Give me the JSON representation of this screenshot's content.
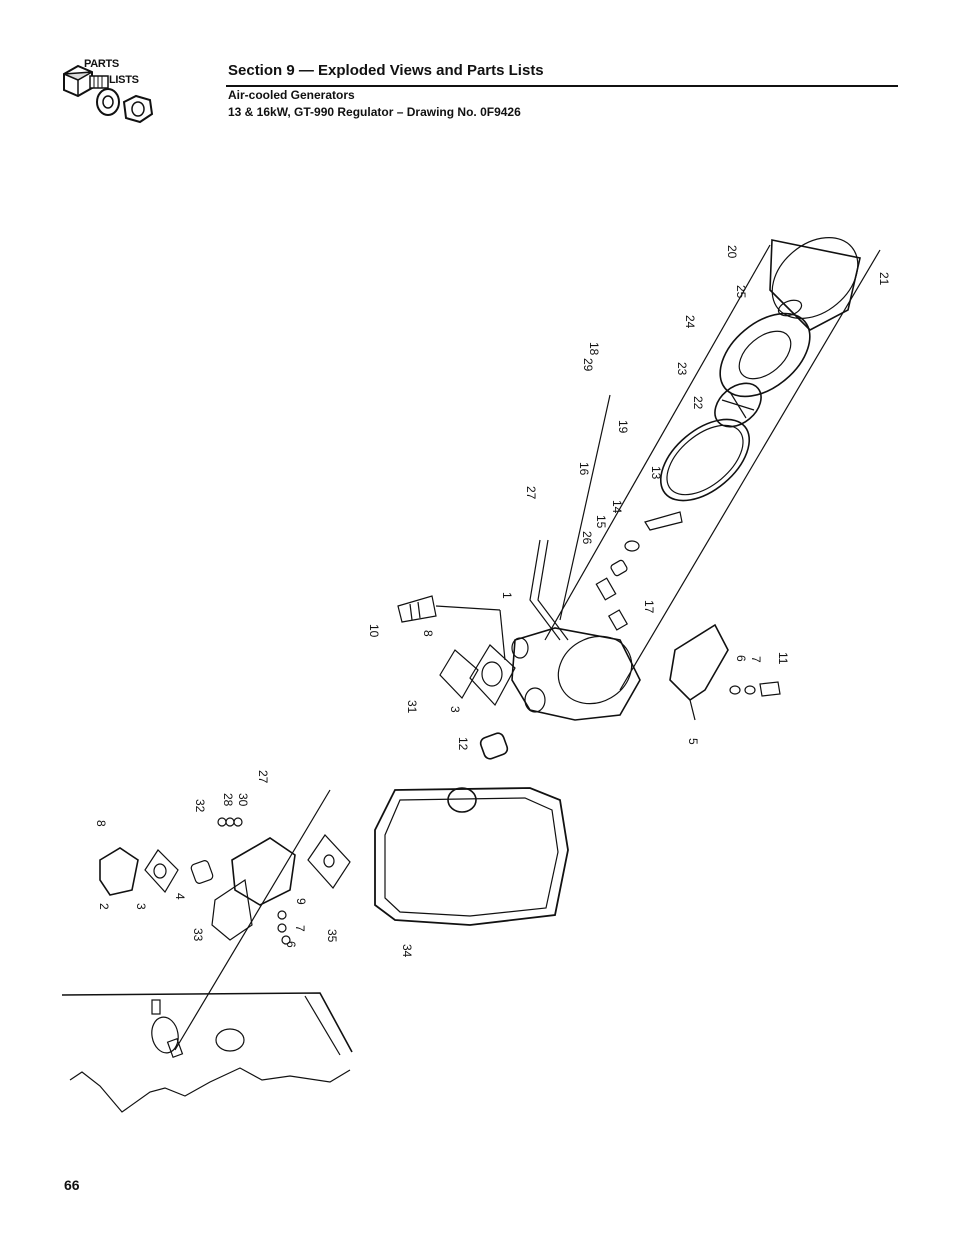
{
  "logo": {
    "line1": "PARTS",
    "line2": "LISTS"
  },
  "header": {
    "section_title": "Section 9 — Exploded Views and Parts Lists",
    "subtitle_line1": "Air-cooled Generators",
    "subtitle_line2": "13 & 16kW, GT-990 Regulator – Drawing No. 0F9426"
  },
  "diagram": {
    "callouts": [
      "20",
      "21",
      "25",
      "24",
      "23",
      "22",
      "29",
      "18",
      "19",
      "16",
      "13",
      "27",
      "14",
      "15",
      "26",
      "17",
      "1",
      "10",
      "8",
      "31",
      "3",
      "6",
      "7",
      "11",
      "12",
      "5",
      "27",
      "32",
      "28",
      "30",
      "8",
      "9",
      "2",
      "3",
      "4",
      "33",
      "7",
      "6",
      "35",
      "34"
    ]
  },
  "footer": {
    "page_number": "66"
  }
}
